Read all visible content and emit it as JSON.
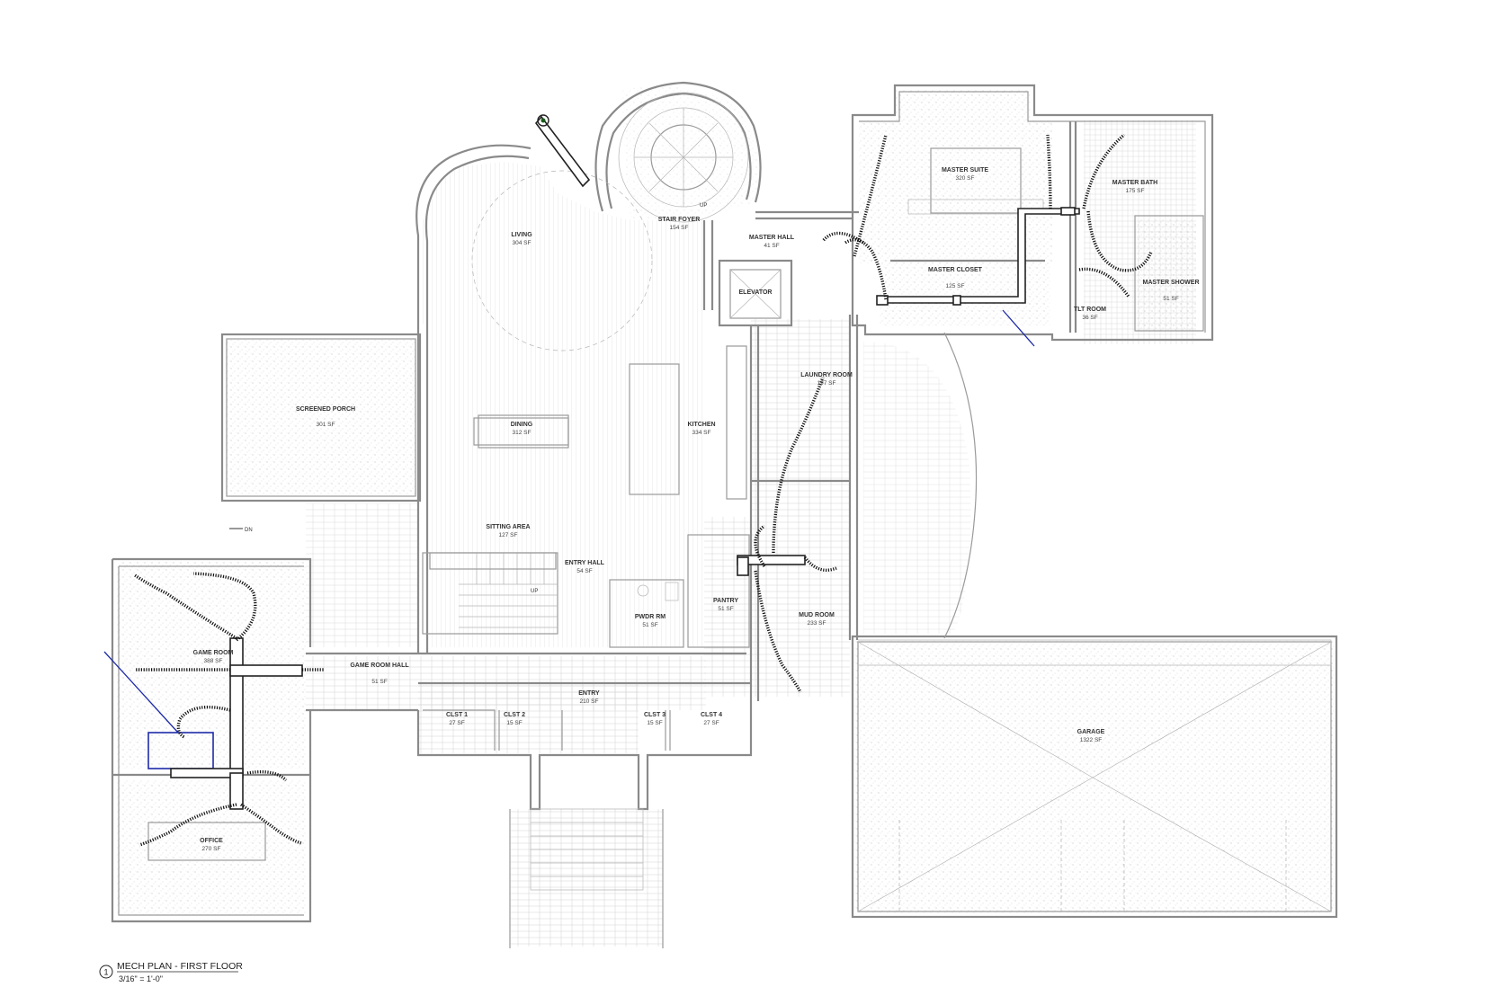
{
  "drawing": {
    "title_number": "1",
    "title": "MECH PLAN - FIRST FLOOR",
    "scale": "3/16\" = 1'-0\""
  },
  "annotations": {
    "up_stair_foyer": "UP",
    "up_entry_stair": "UP",
    "dn_porch": "DN"
  },
  "rooms": [
    {
      "id": "living",
      "name": "LIVING",
      "area": "304 SF"
    },
    {
      "id": "stair-foyer",
      "name": "STAIR FOYER",
      "area": "154 SF"
    },
    {
      "id": "master-hall",
      "name": "MASTER HALL",
      "area": "41 SF"
    },
    {
      "id": "elevator",
      "name": "ELEVATOR",
      "area": ""
    },
    {
      "id": "master-suite",
      "name": "MASTER SUITE",
      "area": "320 SF"
    },
    {
      "id": "master-closet",
      "name": "MASTER CLOSET",
      "area": "125 SF"
    },
    {
      "id": "master-bath",
      "name": "MASTER BATH",
      "area": "175 SF"
    },
    {
      "id": "master-shower",
      "name": "MASTER SHOWER",
      "area": "51 SF"
    },
    {
      "id": "tlt-room",
      "name": "TLT ROOM",
      "area": "36 SF"
    },
    {
      "id": "screened-porch",
      "name": "SCREENED PORCH",
      "area": "301 SF"
    },
    {
      "id": "dining",
      "name": "DINING",
      "area": "312 SF"
    },
    {
      "id": "kitchen",
      "name": "KITCHEN",
      "area": "334 SF"
    },
    {
      "id": "laundry-room",
      "name": "LAUNDRY ROOM",
      "area": "197 SF"
    },
    {
      "id": "sitting-area",
      "name": "SITTING AREA",
      "area": "127 SF"
    },
    {
      "id": "entry-hall",
      "name": "ENTRY HALL",
      "area": "54 SF"
    },
    {
      "id": "pwdr-rm",
      "name": "PWDR RM",
      "area": "51 SF"
    },
    {
      "id": "pantry",
      "name": "PANTRY",
      "area": "51 SF"
    },
    {
      "id": "mud-room",
      "name": "MUD ROOM",
      "area": "233 SF"
    },
    {
      "id": "game-room",
      "name": "GAME ROOM",
      "area": "388 SF"
    },
    {
      "id": "game-room-hall",
      "name": "GAME ROOM HALL",
      "area": "51 SF"
    },
    {
      "id": "entry",
      "name": "ENTRY",
      "area": "210 SF"
    },
    {
      "id": "clst-1",
      "name": "CLST 1",
      "area": "27 SF"
    },
    {
      "id": "clst-2",
      "name": "CLST 2",
      "area": "15 SF"
    },
    {
      "id": "clst-3",
      "name": "CLST 3",
      "area": "15 SF"
    },
    {
      "id": "clst-4",
      "name": "CLST 4",
      "area": "27 SF"
    },
    {
      "id": "office",
      "name": "OFFICE",
      "area": "270 SF"
    },
    {
      "id": "garage",
      "name": "GARAGE",
      "area": "1322 SF"
    }
  ]
}
